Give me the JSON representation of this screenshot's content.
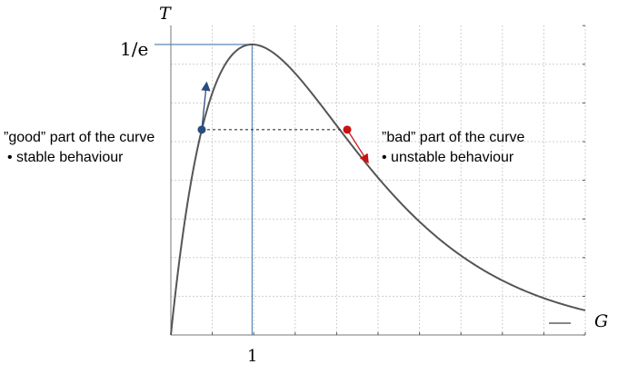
{
  "chart_data": {
    "type": "line",
    "xlabel": "G",
    "ylabel": "T",
    "xlim": [
      0,
      5.1
    ],
    "ylim": [
      0,
      0.392
    ],
    "grid": true,
    "x_ticks": [
      {
        "value": 1,
        "label": "1"
      }
    ],
    "y_ticks": [
      {
        "value": 0.3679,
        "label": "1/e"
      }
    ],
    "series": [
      {
        "function": "G*exp(-G)",
        "x_start": 0,
        "x_end": 5.1,
        "color": "#555555"
      }
    ],
    "points": [
      {
        "x": 0.38,
        "y": 0.26,
        "color": "#2a4d7f"
      },
      {
        "x": 2.17,
        "y": 0.26,
        "color": "#cc1111"
      }
    ],
    "annotations": {
      "good_title": "”good” part of the curve",
      "good_bullet": "•   stable behaviour",
      "bad_title": "”bad” part of the curve",
      "bad_bullet": "•   unstable behaviour"
    },
    "colors": {
      "curve": "#555555",
      "grid": "#cfcfcf",
      "guide": "#5b87b8",
      "good_point": "#2a4d7f",
      "bad_point": "#cc1111"
    }
  }
}
